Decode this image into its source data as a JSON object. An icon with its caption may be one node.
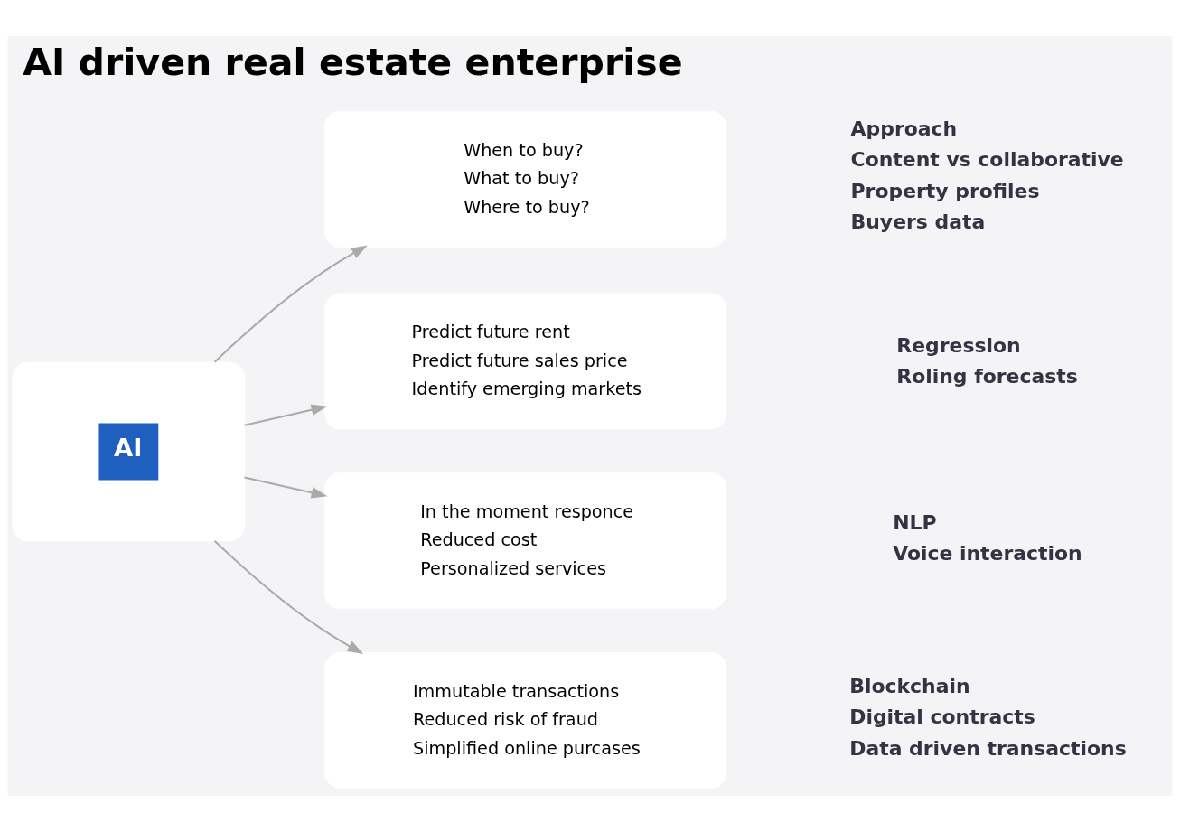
{
  "diagram": {
    "title": "AI driven real estate enterprise",
    "nodes": [
      {
        "text": [
          "AI"
        ]
      },
      {
        "text": [
          "When to buy?",
          "What to buy?",
          "Where to buy?"
        ],
        "beside": [
          "Approach",
          "Content vs collaborative",
          "Property profiles",
          "Buyers data"
        ]
      },
      {
        "text": [
          "Predict future rent",
          "Predict future sales price",
          "Identify emerging markets"
        ],
        "beside": [
          "Regression",
          "Roling forecasts"
        ]
      },
      {
        "text": [
          "In the moment responce",
          "Reduced cost",
          "Personalized services"
        ],
        "beside": [
          "NLP",
          "Voice interaction"
        ]
      },
      {
        "text": [
          "Immutable transactions",
          "Reduced risk of fraud",
          "Simplified online purcases"
        ],
        "beside": [
          "Blockchain",
          "Digital contracts",
          "Data driven transactions"
        ]
      }
    ],
    "edges": [
      {
        "from": 0,
        "to": 1,
        "arrow": "to"
      },
      {
        "from": 0,
        "to": 2,
        "arrow": "to"
      },
      {
        "from": 0,
        "to": 3,
        "arrow": "to"
      },
      {
        "from": 0,
        "to": 4,
        "arrow": "to"
      }
    ]
  }
}
